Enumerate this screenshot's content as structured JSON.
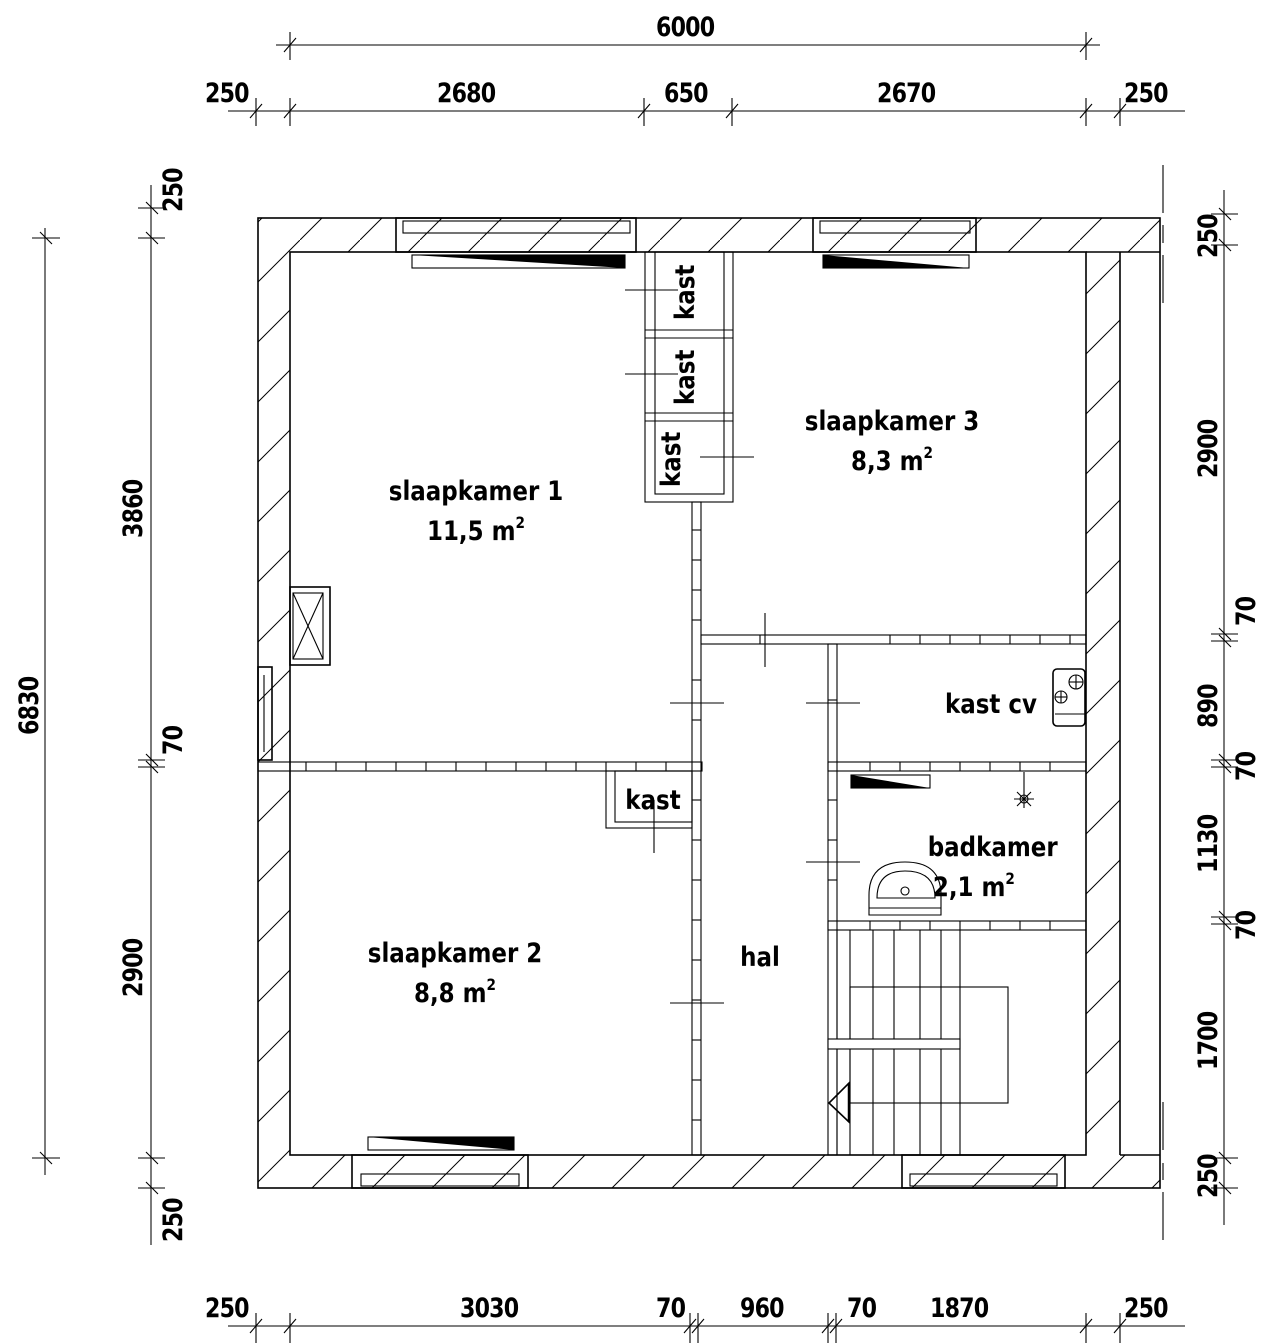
{
  "drawing": {
    "type": "floor plan (first floor)",
    "units": "mm",
    "line_color": "#000000",
    "background": "#ffffff"
  },
  "dimensions": {
    "top_overall": "6000",
    "top_segments": [
      "250",
      "2680",
      "650",
      "2670",
      "250"
    ],
    "bottom_segments": [
      "250",
      "3030",
      "70",
      "960",
      "70",
      "1870",
      "250"
    ],
    "left_overall": "6830",
    "left_segments": [
      "250",
      "3860",
      "70",
      "2900",
      "250"
    ],
    "right_segments": [
      "250",
      "2900",
      "70",
      "890",
      "70",
      "1130",
      "70",
      "1700",
      "250"
    ]
  },
  "rooms": {
    "slaapkamer1": {
      "name": "slaapkamer 1",
      "area": "11,5 m",
      "sup": "2"
    },
    "slaapkamer2": {
      "name": "slaapkamer 2",
      "area": "8,8 m",
      "sup": "2"
    },
    "slaapkamer3": {
      "name": "slaapkamer 3",
      "area": "8,3 m",
      "sup": "2"
    },
    "badkamer": {
      "name": "badkamer",
      "area": "2,1 m",
      "sup": "2"
    },
    "hal": {
      "name": "hal"
    },
    "kast_cv": {
      "name": "kast cv"
    },
    "kast_a": {
      "name": "kast"
    },
    "kast_b": {
      "name": "kast"
    },
    "kast_c": {
      "name": "kast"
    },
    "kast_d": {
      "name": "kast"
    }
  },
  "symbols": [
    "window-icon",
    "radiator-icon",
    "chimney-shaft-icon",
    "cv-boiler-icon",
    "washbasin-icon",
    "ceiling-light-icon",
    "staircase-icon",
    "stair-direction-arrow-icon"
  ]
}
